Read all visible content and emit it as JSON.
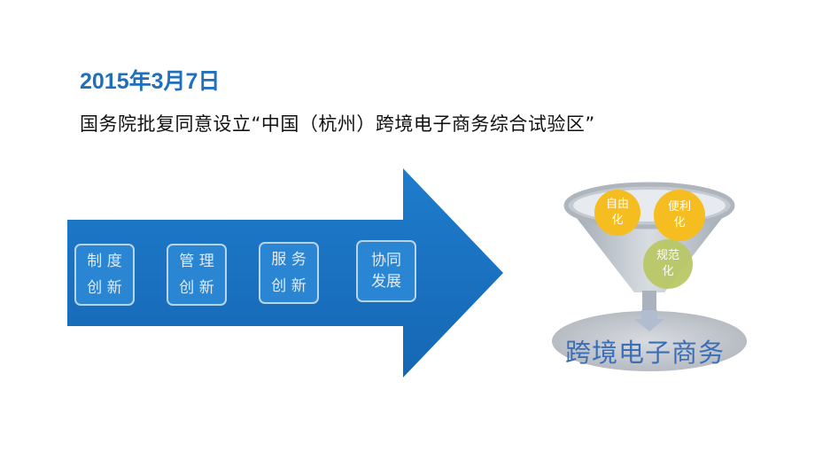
{
  "slide": {
    "date": "2015年3月7日",
    "headline": "国务院批复同意设立“中国（杭州）跨境电子商务综合试验区”"
  },
  "arrow": {
    "color": "#1f7ccc",
    "boxes": [
      {
        "label": "制 度\n创 新"
      },
      {
        "label": "管 理\n创 新"
      },
      {
        "label": "服 务\n创 新"
      },
      {
        "label": "协同\n发展"
      }
    ]
  },
  "funnel": {
    "circles": [
      {
        "label": "自由\n化",
        "color": "#f5bd1f"
      },
      {
        "label": "便利\n化",
        "color": "#f5bd1f"
      },
      {
        "label": "规范\n化",
        "color": "#b9c96a"
      }
    ],
    "result_label": "跨境电子商务"
  }
}
